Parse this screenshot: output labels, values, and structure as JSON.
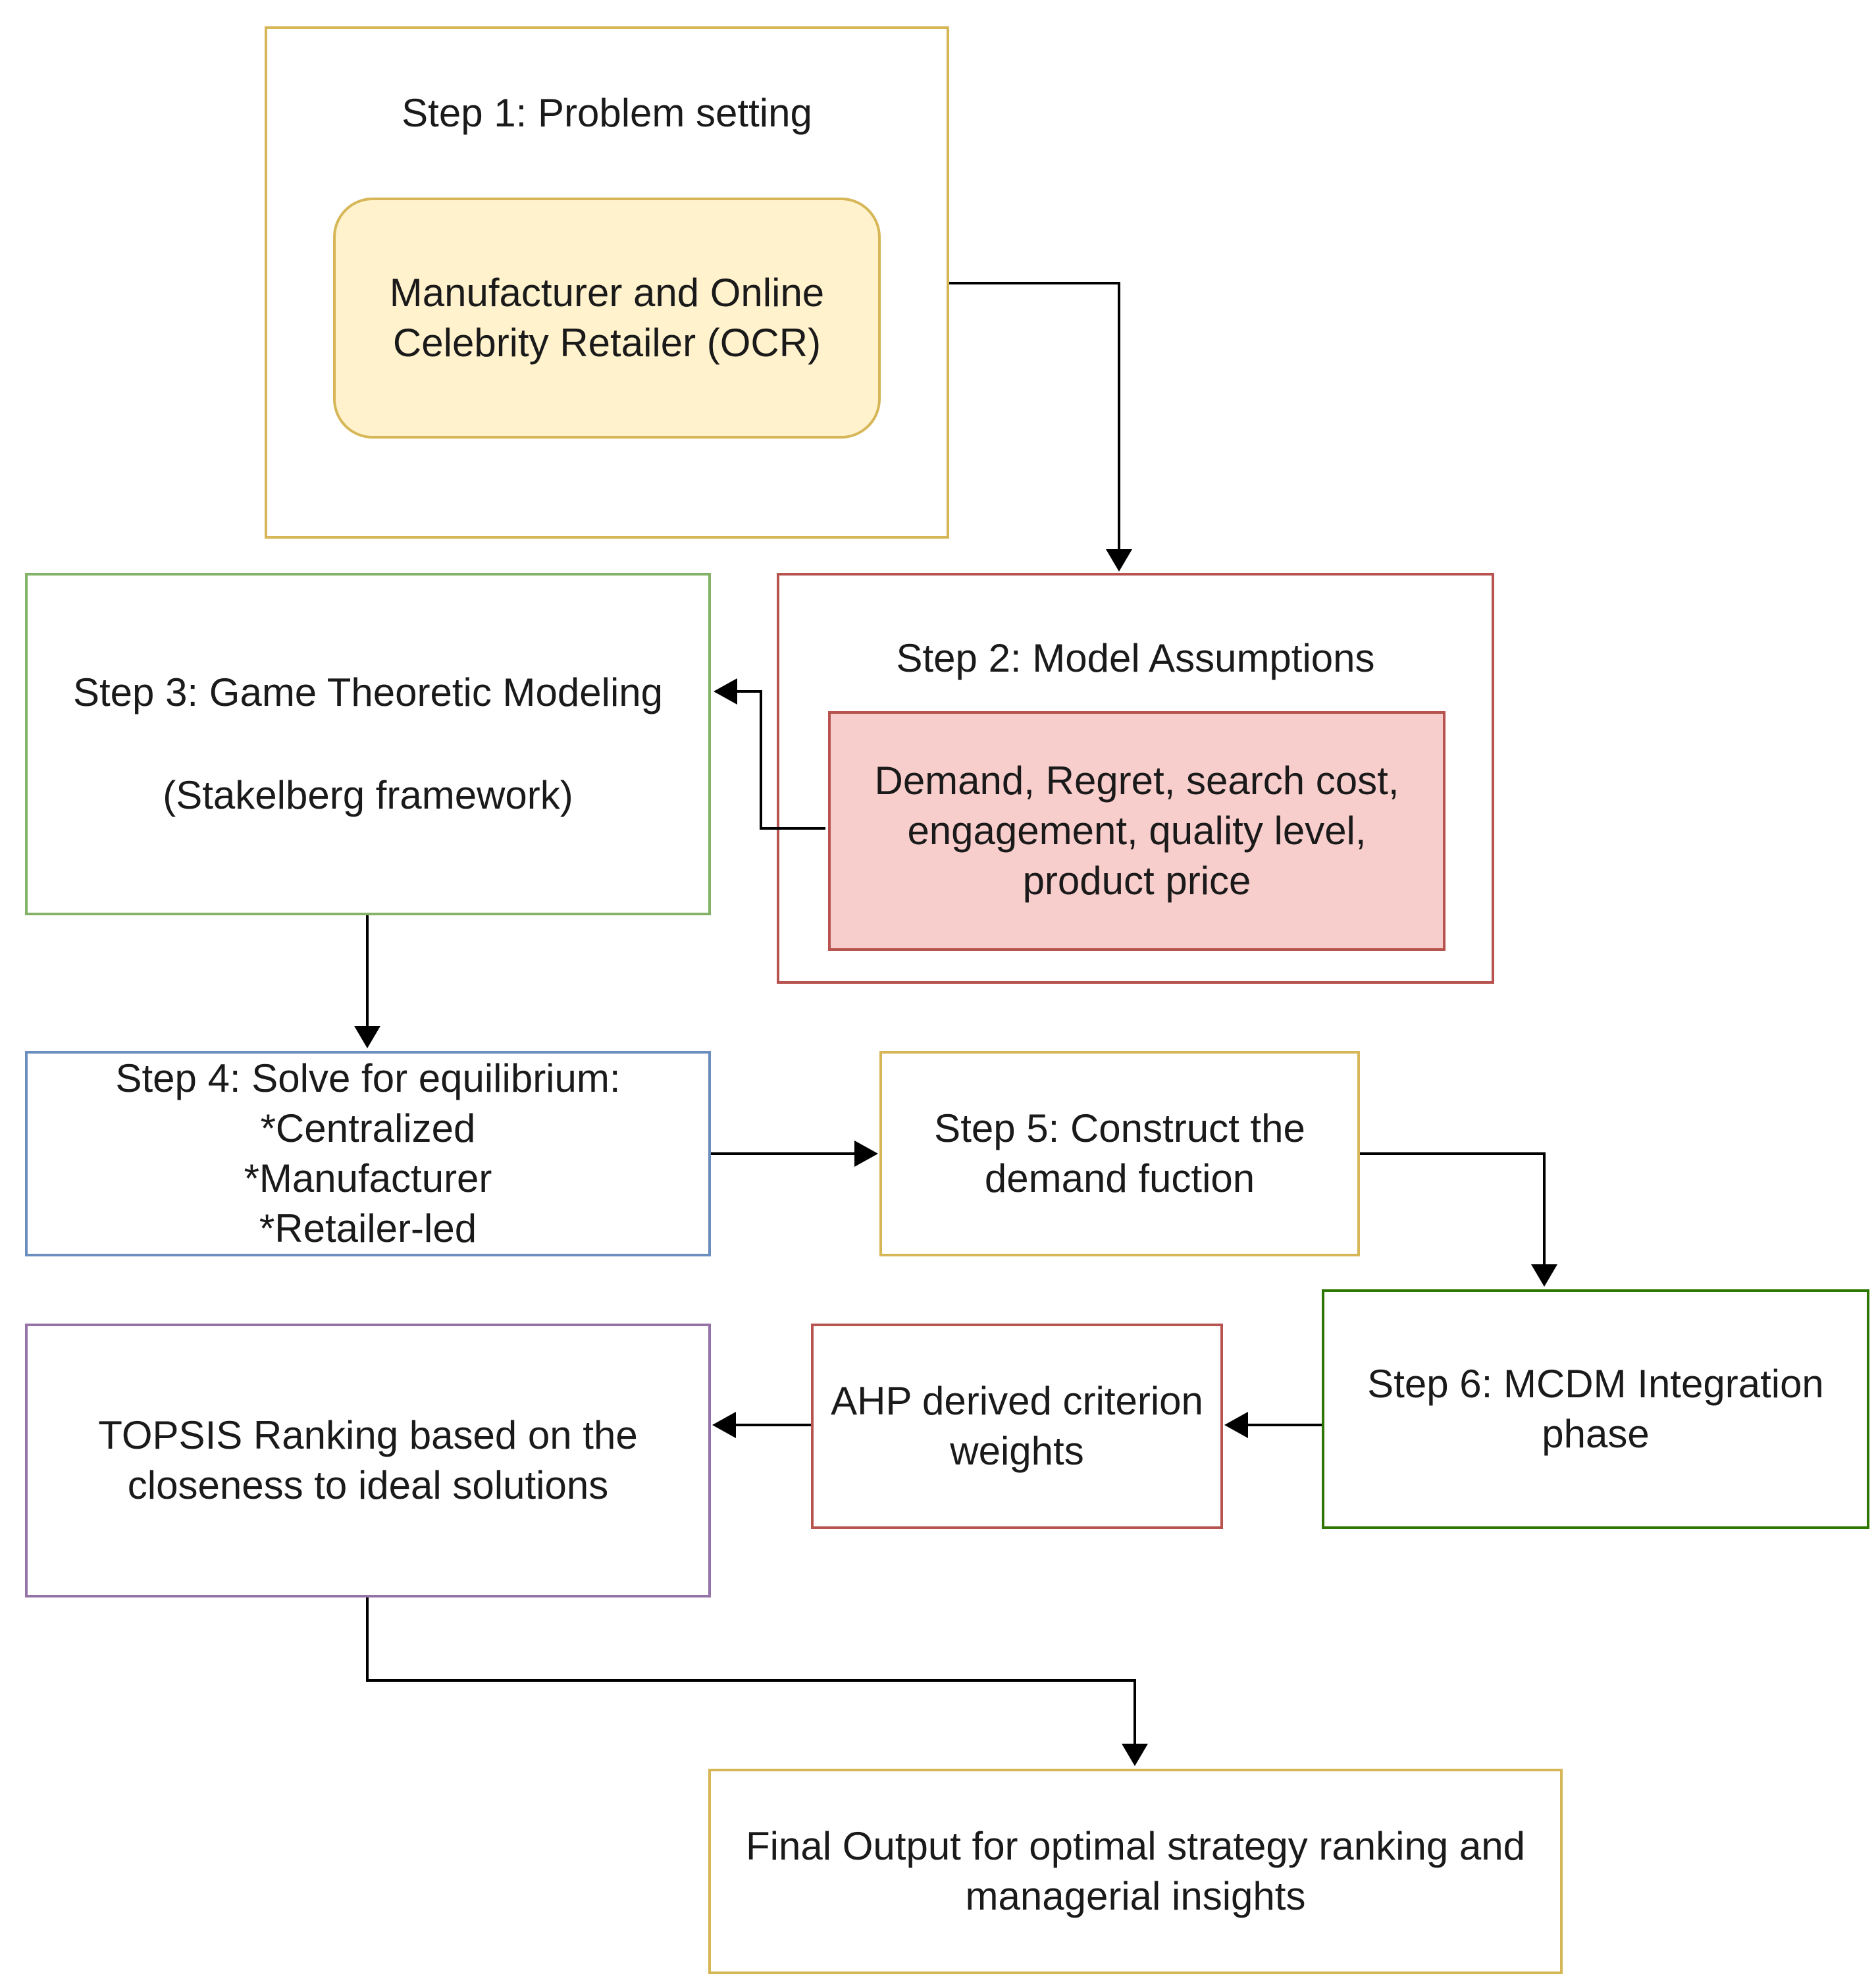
{
  "colors": {
    "step1_border": "#d6b656",
    "step1_inner_fill": "#fff2cc",
    "step2_border": "#b85450",
    "step2_inner_fill": "#f8cecc",
    "step3_border": "#82b366",
    "step4_border": "#6c8ebf",
    "step5_border": "#d6b656",
    "step6_border": "#2d7600",
    "ahp_border": "#b85450",
    "topsis_border": "#9673a6",
    "final_border": "#d6b656",
    "connector": "#000000"
  },
  "steps": {
    "step1": {
      "title": "Step 1: Problem setting",
      "inner": "Manufacturer and Online\nCelebrity Retailer (OCR)"
    },
    "step2": {
      "title": "Step 2: Model Assumptions",
      "inner": "Demand, Regret, search cost,\nengagement, quality level,\nproduct price"
    },
    "step3": {
      "title": "Step 3: Game Theoretic Modeling",
      "subtitle": "(Stakelberg framework)"
    },
    "step4": {
      "text": "Step 4: Solve for equilibrium:\n*Centralized\n*Manufacturer\n*Retailer-led"
    },
    "step5": {
      "text": "Step 5: Construct the\ndemand fuction"
    },
    "step6": {
      "text": "Step 6: MCDM Integration\nphase"
    },
    "ahp": {
      "text": "AHP derived criterion\nweights"
    },
    "topsis": {
      "text": "TOPSIS Ranking based on the\ncloseness to ideal solutions"
    },
    "final": {
      "text": "Final Output for optimal strategy ranking and\nmanagerial insights"
    }
  }
}
